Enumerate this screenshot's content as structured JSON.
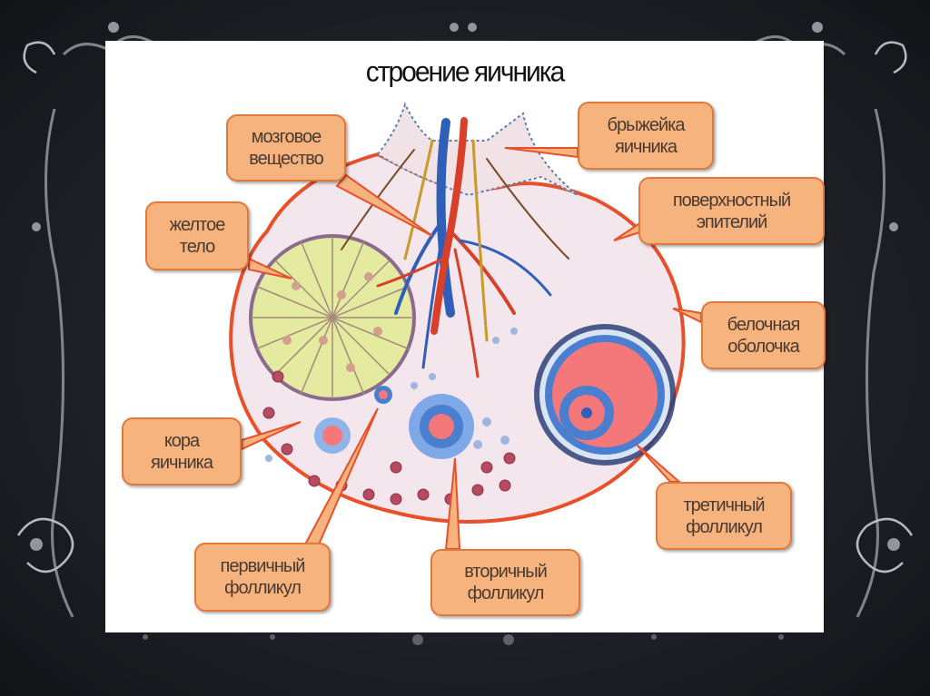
{
  "slide": {
    "title": "строение яичника"
  },
  "labels": {
    "medulla": {
      "line1": "мозговое",
      "line2": "вещество"
    },
    "mesovarium": {
      "line1": "брыжейка",
      "line2": "яичника"
    },
    "surface_epithelium": {
      "line1": "поверхностный",
      "line2": "эпителий"
    },
    "corpus_luteum": {
      "line1": "желтое",
      "line2": "тело"
    },
    "tunica_albuginea": {
      "line1": "белочная",
      "line2": "оболочка"
    },
    "cortex": {
      "line1": "кора",
      "line2": "яичника"
    },
    "tertiary_follicle": {
      "line1": "третичный",
      "line2": "фолликул"
    },
    "primary_follicle": {
      "line1": "первичный",
      "line2": "фолликул"
    },
    "secondary_follicle": {
      "line1": "вторичный",
      "line2": "фолликул"
    }
  },
  "colors": {
    "label_fill": "#f6b37e",
    "label_border": "#e07a3a",
    "ovary_outline": "#e8502a",
    "corpus_luteum": "#e4eaa0",
    "follicle_pink": "#f4777a",
    "follicle_blue": "#4a7fd0",
    "artery": "#d8402a",
    "vein": "#2f5fb8"
  }
}
